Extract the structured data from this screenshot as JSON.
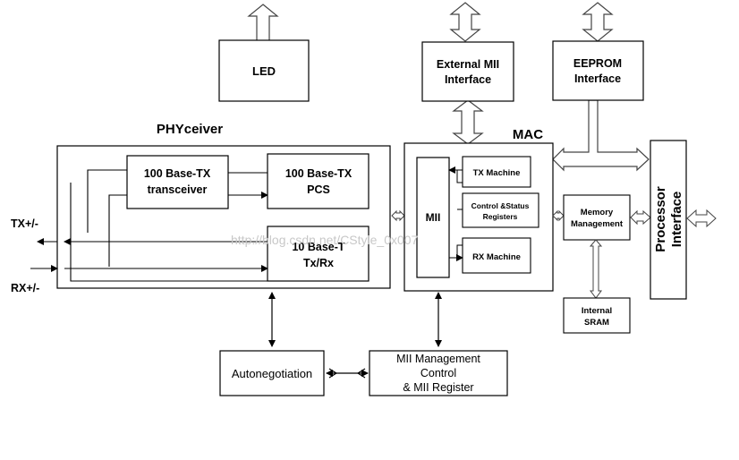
{
  "diagram": {
    "phyceiver_title": "PHYceiver",
    "mac_title": "MAC",
    "led": "LED",
    "external_mii": [
      "External MII",
      "Interface"
    ],
    "eeprom": [
      "EEPROM",
      "Interface"
    ],
    "base100_transceiver": [
      "100 Base-TX",
      "transceiver"
    ],
    "base100_pcs": [
      "100 Base-TX",
      "PCS"
    ],
    "base10": [
      "10 Base-T",
      "Tx/Rx"
    ],
    "mii": "MII",
    "tx_machine": "TX Machine",
    "control_status": [
      "Control &Status",
      "Registers"
    ],
    "rx_machine": "RX Machine",
    "memory_management": [
      "Memory",
      "Management"
    ],
    "internal_sram": [
      "Internal",
      "SRAM"
    ],
    "processor_interface": [
      "Processor",
      "Interface"
    ],
    "autonegotiation": "Autonegotiation",
    "mii_management": [
      "MII Management",
      "Control",
      "& MII Register"
    ],
    "tx_label": "TX+/-",
    "rx_label": "RX+/-",
    "watermark": "http://blog.csdn.net/CStyle_0x007"
  }
}
